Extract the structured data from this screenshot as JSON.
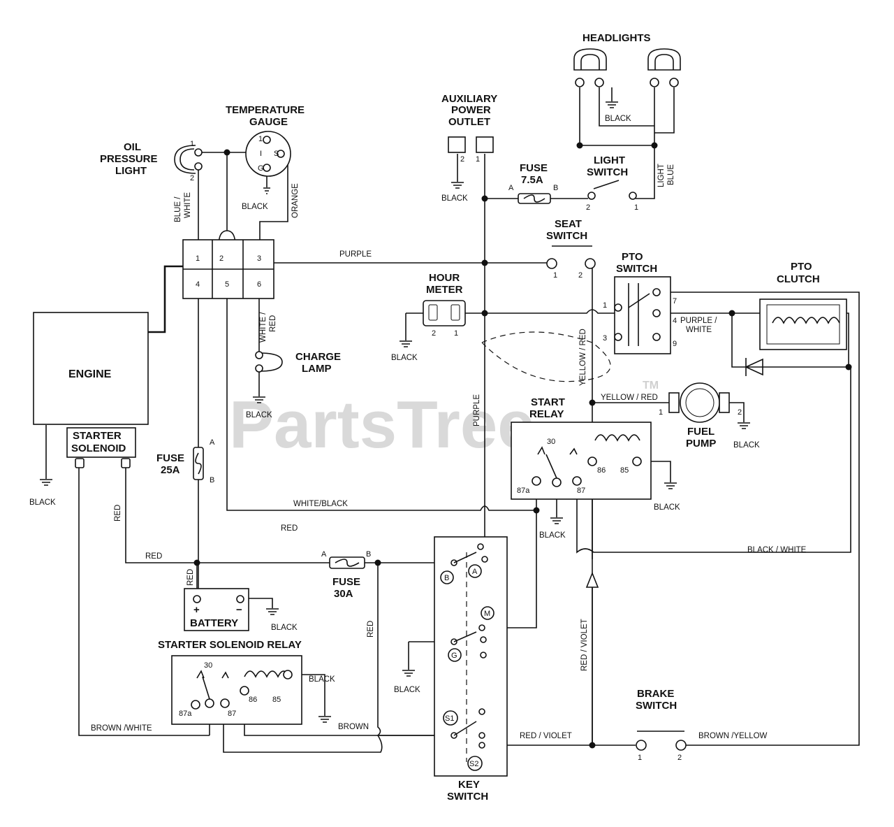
{
  "watermark": {
    "text": "PartsTree",
    "tm": "TM"
  },
  "components": {
    "headlights": "HEADLIGHTS",
    "aux_outlet": [
      "AUXILIARY",
      "POWER",
      "OUTLET"
    ],
    "temp_gauge": [
      "TEMPERATURE",
      "GAUGE"
    ],
    "oil_light": [
      "OIL",
      "PRESSURE",
      "LIGHT"
    ],
    "fuse_75": [
      "FUSE",
      "7.5A"
    ],
    "light_switch": [
      "LIGHT",
      "SWITCH"
    ],
    "seat_switch": [
      "SEAT",
      "SWITCH"
    ],
    "pto_switch": [
      "PTO",
      "SWITCH"
    ],
    "pto_clutch": [
      "PTO",
      "CLUTCH"
    ],
    "hour_meter": [
      "HOUR",
      "METER"
    ],
    "engine": "ENGINE",
    "charge_lamp": [
      "CHARGE",
      "LAMP"
    ],
    "start_relay": [
      "START",
      "RELAY"
    ],
    "fuel_pump": [
      "FUEL",
      "PUMP"
    ],
    "starter_solenoid": [
      "STARTER",
      "SOLENOID"
    ],
    "fuse_25": [
      "FUSE",
      "25A"
    ],
    "fuse_30": [
      "FUSE",
      "30A"
    ],
    "battery": "BATTERY",
    "starter_relay": "STARTER SOLENOID RELAY",
    "key_switch": [
      "KEY",
      "SWITCH"
    ],
    "brake_switch": [
      "BRAKE",
      "SWITCH"
    ]
  },
  "wires": {
    "black": "BLACK",
    "orange": "ORANGE",
    "blue_white": [
      "BLUE /",
      "WHITE"
    ],
    "white_red": [
      "WHITE /",
      "RED"
    ],
    "purple": "PURPLE",
    "light_blue": [
      "LIGHT",
      "BLUE"
    ],
    "yellow_red_v": "YELLOW / RED",
    "yellow_red_h": "YELLOW / RED",
    "purple_white": [
      "PURPLE /",
      "WHITE"
    ],
    "white_black": "WHITE/BLACK",
    "red": "RED",
    "black_white": "BLACK / WHITE",
    "red_violet_v": "RED / VIOLET",
    "red_violet_h": "RED / VIOLET",
    "brown_white": "BROWN /WHITE",
    "brown": "BROWN",
    "brown_yellow": "BROWN /YELLOW"
  },
  "terminals": {
    "one": "1",
    "two": "2",
    "three": "3",
    "four": "4",
    "five": "5",
    "six": "6",
    "seven": "7",
    "nine": "9",
    "a": "A",
    "b": "B",
    "i": "I",
    "s": "S",
    "g": "G",
    "plus": "+",
    "minus": "−",
    "t30": "30",
    "t86": "86",
    "t85": "85",
    "t87": "87",
    "t87a": "87a",
    "key_b": "B",
    "key_a": "A",
    "key_m": "M",
    "key_g": "G",
    "key_s1": "S1",
    "key_s2": "S2"
  }
}
